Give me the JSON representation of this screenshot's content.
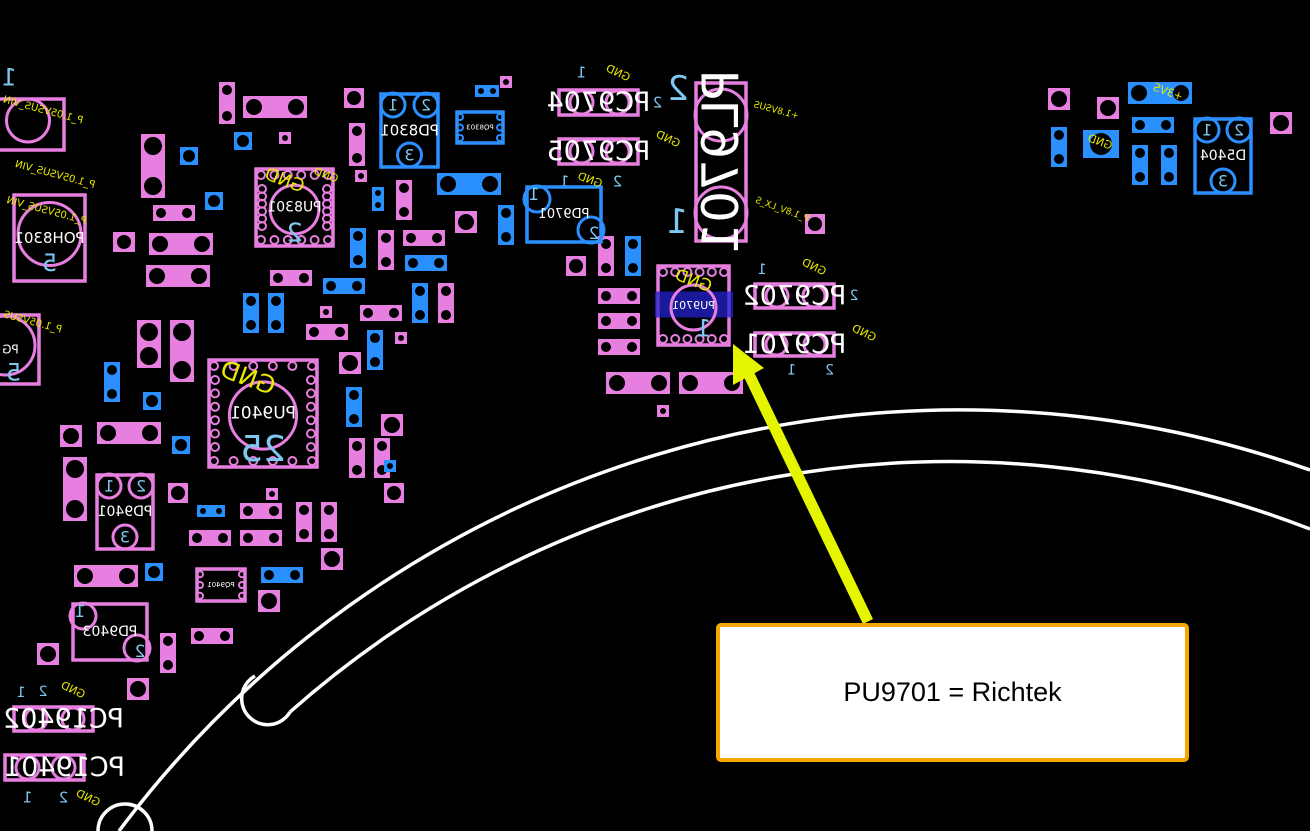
{
  "view": "boardview-bottom-side",
  "colors": {
    "background": "#000000",
    "part_pink": "#e77fe0",
    "part_blue": "#2a8fff",
    "pin_number": "#7ec8f0",
    "net_label": "#e8e800",
    "designator": "#ffffff",
    "outline": "#ffffff",
    "highlight": "#2222cc",
    "arrow": "#e5f500",
    "callout_border": "#f5a800"
  },
  "components": [
    {
      "designator": "PC9704",
      "pins": [
        "1",
        "2"
      ],
      "net": "GND"
    },
    {
      "designator": "PC9705",
      "pins": [
        "1",
        "2"
      ],
      "net": "GND"
    },
    {
      "designator": "PL9701",
      "pins": [
        "2",
        "1"
      ],
      "nets": [
        "+1.8VSUS",
        "P_1.8V_LX_S"
      ]
    },
    {
      "designator": "PU9701",
      "pins": [
        "1"
      ],
      "net": "GND",
      "highlighted": true
    },
    {
      "designator": "PC9702",
      "pins": [
        "1",
        "2"
      ],
      "net": "GND"
    },
    {
      "designator": "PC9701",
      "pins": [
        "1",
        "2"
      ],
      "net": "GND"
    },
    {
      "designator": "PD9701",
      "pins": [
        "1",
        "2"
      ]
    },
    {
      "designator": "PD8301",
      "pins": [
        "1",
        "2",
        "3"
      ]
    },
    {
      "designator": "PQ8303",
      "pins": []
    },
    {
      "designator": "PU8301",
      "pins": [
        "2"
      ],
      "net": "GND"
    },
    {
      "designator": "POH8301",
      "pins": [
        "5"
      ],
      "net": "P_1.05VSUS_VIN"
    },
    {
      "designator": "PU9401",
      "pins": [
        "25"
      ],
      "net": "GND"
    },
    {
      "designator": "PD9401",
      "pins": [
        "1",
        "2",
        "3"
      ]
    },
    {
      "designator": "PD9403",
      "pins": [
        "1",
        "2"
      ]
    },
    {
      "designator": "PQ9401",
      "pins": []
    },
    {
      "designator": "PC19402",
      "pins": [
        "1",
        "2"
      ],
      "net": "GND"
    },
    {
      "designator": "PC19401",
      "pins": [
        "1",
        "2"
      ],
      "net": "GND"
    },
    {
      "designator": "D5404",
      "pins": [
        "1",
        "2",
        "3"
      ]
    },
    {
      "designator": "",
      "pins": [
        "1"
      ],
      "net": "P_1.05VSUS_VIN"
    },
    {
      "designator": "PG",
      "pins": [
        "5"
      ],
      "net": "P_1.05VSUS"
    }
  ],
  "net_labels": [
    "GND",
    "+3VS",
    "GND",
    "GND",
    "P_1.05VSUS_VIN"
  ],
  "annotation": {
    "text": "PU9701 = Richtek",
    "target": "PU9701"
  }
}
